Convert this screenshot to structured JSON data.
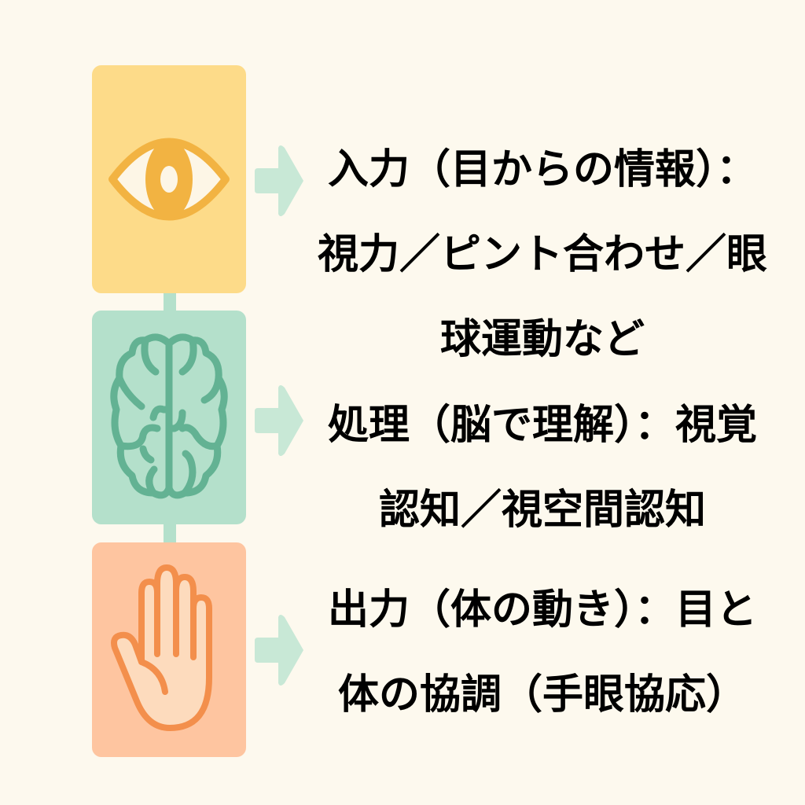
{
  "colors": {
    "background": "#fdf9ee",
    "input_box": "#fddb89",
    "input_icon": "#f2b342",
    "process_box": "#b4e0cb",
    "process_icon": "#63b293",
    "output_box": "#fec5a0",
    "output_icon": "#f38f4c",
    "arrow": "#c8e8d6",
    "connector": "#b4e0cb",
    "text": "#000000"
  },
  "steps": [
    {
      "id": "input",
      "icon": "eye-icon",
      "lines": [
        "入力（目からの情報）：",
        "視力／ピント合わせ／眼",
        "球運動など"
      ]
    },
    {
      "id": "process",
      "icon": "brain-icon",
      "lines": [
        "処理（脳で理解）：視覚",
        "認知／視空間認知"
      ]
    },
    {
      "id": "output",
      "icon": "hand-icon",
      "lines": [
        "出力（体の動き）：目と",
        "体の協調（手眼協応）"
      ]
    }
  ]
}
